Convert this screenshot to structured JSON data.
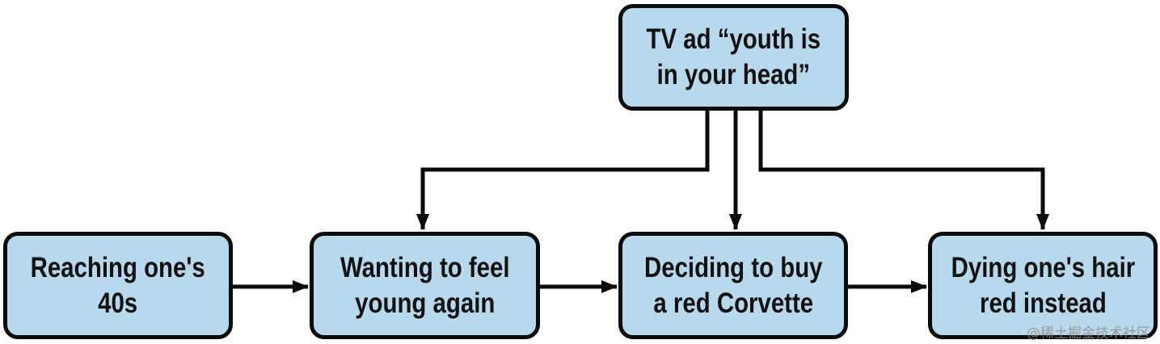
{
  "diagram": {
    "type": "flowchart",
    "background": "#ffffff",
    "node_fill": "#b8d8ec",
    "node_border": "#0b0b0b",
    "arrow_color": "#0b0b0b",
    "nodes": {
      "tv_ad": {
        "label": "TV ad “youth is\nin your head”"
      },
      "reaching_40s": {
        "label": "Reaching one's\n40s"
      },
      "wanting": {
        "label": "Wanting to feel\nyoung again"
      },
      "corvette": {
        "label": "Deciding to buy\na red Corvette"
      },
      "dye_hair": {
        "label": "Dying one's hair\nred instead"
      }
    },
    "edges": [
      {
        "from": "reaching_40s",
        "to": "wanting"
      },
      {
        "from": "wanting",
        "to": "corvette"
      },
      {
        "from": "corvette",
        "to": "dye_hair"
      },
      {
        "from": "tv_ad",
        "to": "wanting"
      },
      {
        "from": "tv_ad",
        "to": "corvette"
      },
      {
        "from": "tv_ad",
        "to": "dye_hair"
      }
    ]
  },
  "watermark": {
    "text": "@稀土掘金技术社区"
  }
}
